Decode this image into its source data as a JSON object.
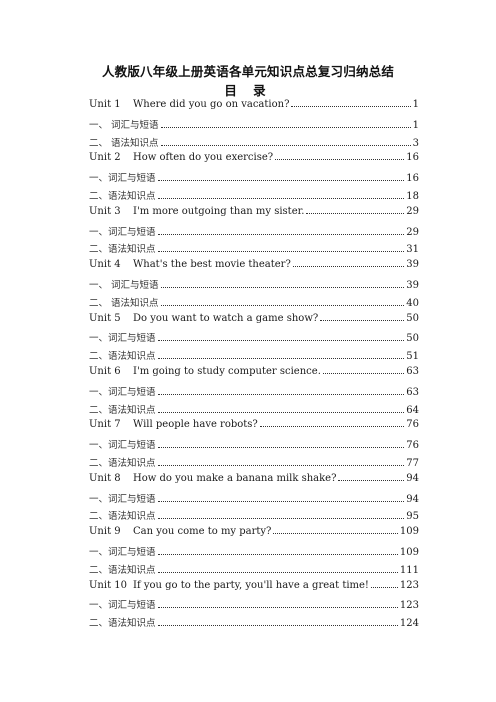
{
  "title": "人教版八年级上册英语各单元知识点总复习归纳总结",
  "subtitle": "目 录",
  "toc": [
    {
      "type": "unit",
      "num": "Unit 1",
      "label": "Where did you go on vacation?",
      "page": "1"
    },
    {
      "type": "sub",
      "label": "一、  词汇与短语",
      "page": "1"
    },
    {
      "type": "sub",
      "label": "二、  语法知识点",
      "page": "3"
    },
    {
      "type": "unit",
      "num": "Unit 2",
      "label": "How often do you exercise?",
      "page": "16"
    },
    {
      "type": "sub",
      "label": "一、词汇与短语",
      "page": "16"
    },
    {
      "type": "sub",
      "label": "二、语法知识点",
      "page": "18"
    },
    {
      "type": "unit",
      "num": "Unit 3",
      "label": "I'm more outgoing than my sister.",
      "page": "29"
    },
    {
      "type": "sub",
      "label": "一、词汇与短语",
      "page": "29"
    },
    {
      "type": "sub",
      "label": "二、语法知识点",
      "page": "31"
    },
    {
      "type": "unit",
      "num": "Unit 4",
      "label": "What's the best movie theater?",
      "page": "39"
    },
    {
      "type": "sub",
      "label": "一、  词汇与短语",
      "page": "39"
    },
    {
      "type": "sub",
      "label": "二、  语法知识点",
      "page": "40"
    },
    {
      "type": "unit",
      "num": "Unit 5",
      "label": "Do you want to watch a game show?",
      "page": "50"
    },
    {
      "type": "sub",
      "label": "一、词汇与短语",
      "page": "50"
    },
    {
      "type": "sub",
      "label": "二、语法知识点",
      "page": "51"
    },
    {
      "type": "unit",
      "num": "Unit 6",
      "label": "I'm going to study computer science.",
      "page": "63"
    },
    {
      "type": "sub",
      "label": "一、词汇与短语",
      "page": "63"
    },
    {
      "type": "sub",
      "label": "二、语法知识点",
      "page": "64"
    },
    {
      "type": "unit",
      "num": "Unit 7",
      "label": "Will people have robots?",
      "page": "76"
    },
    {
      "type": "sub",
      "label": "一、词汇与短语",
      "page": "76"
    },
    {
      "type": "sub",
      "label": "二、语法知识点",
      "page": "77"
    },
    {
      "type": "unit",
      "num": "Unit 8",
      "label": "How do you make a banana milk shake?",
      "page": "94"
    },
    {
      "type": "sub",
      "label": "一、词汇与短语",
      "page": "94"
    },
    {
      "type": "sub",
      "label": "二、语法知识点",
      "page": "95"
    },
    {
      "type": "unit",
      "num": "Unit 9",
      "label": "Can you come to my party?",
      "page": "109"
    },
    {
      "type": "sub",
      "label": "一、词汇与短语",
      "page": "109"
    },
    {
      "type": "sub",
      "label": "二、语法知识点",
      "page": "111"
    },
    {
      "type": "unit",
      "num": "Unit 10",
      "label": "If you go to the party, you'll have a great time!",
      "page": "123"
    },
    {
      "type": "sub",
      "label": "一、词汇与短语",
      "page": "123"
    },
    {
      "type": "sub",
      "label": "二、语法知识点",
      "page": "124"
    }
  ]
}
